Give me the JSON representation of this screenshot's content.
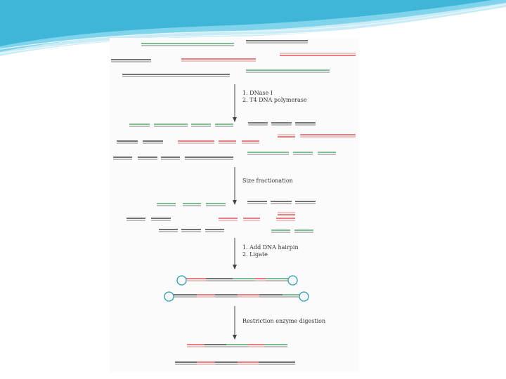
{
  "slide": {
    "background": "#ffffff",
    "banner_colors": [
      "#3fb6d8",
      "#7fd3ea",
      "#c9ecf6"
    ]
  },
  "diagram": {
    "colors": {
      "black_strand": "#222222",
      "green_strand": "#2e9a4e",
      "red_strand": "#d9333a",
      "gray_strand": "#9a9a9a",
      "pink_strand": "#e8a0a0",
      "hairpin": "#2a9bb8",
      "arrow": "#444444"
    },
    "steps": [
      {
        "line1": "1.  DNase I",
        "line2": "2.  T4 DNA polymerase"
      },
      {
        "line1": "Size fractionation",
        "line2": ""
      },
      {
        "line1": "1.  Add DNA hairpin",
        "line2": "2.  Ligate"
      },
      {
        "line1": "Restriction enzyme digestion",
        "line2": ""
      }
    ]
  }
}
